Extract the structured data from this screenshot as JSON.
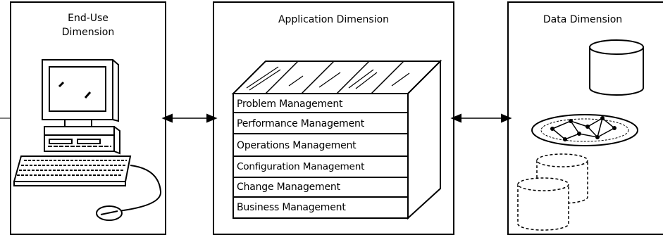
{
  "panels": {
    "end_use": {
      "title_line1": "End-Use",
      "title_line2": "Dimension"
    },
    "application": {
      "title": "Application Dimension"
    },
    "data": {
      "title": "Data Dimension"
    }
  },
  "management_areas": [
    "Problem Management",
    "Performance Management",
    "Operations Management",
    "Configuration Management",
    "Change Management",
    "Business Management"
  ],
  "icons": {
    "end_use": "desktop-computer-icon",
    "connectors": "double-arrow-connector-icon",
    "data": [
      "database-cylinder-icon",
      "network-topology-icon",
      "dashed-cylinder-icon"
    ]
  },
  "colors": {
    "ink": "#000000",
    "background": "#ffffff"
  }
}
